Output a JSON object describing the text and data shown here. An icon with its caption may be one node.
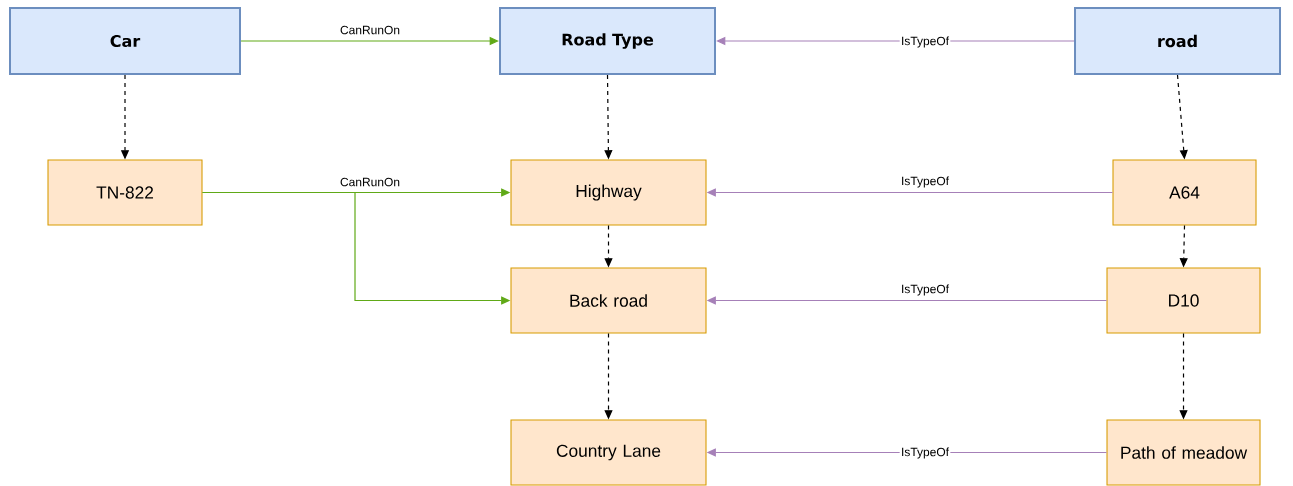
{
  "diagram": {
    "nodes": [
      {
        "text": [
          "Car"
        ]
      },
      {
        "text": [
          "Road Type"
        ]
      },
      {
        "text": [
          "road"
        ]
      },
      {
        "text": [
          "TN-822"
        ]
      },
      {
        "text": [
          "Highway"
        ]
      },
      {
        "text": [
          "Back road"
        ]
      },
      {
        "text": [
          "Country Lane"
        ]
      },
      {
        "text": [
          "A64"
        ]
      },
      {
        "text": [
          "D10"
        ]
      },
      {
        "text": [
          "Path of meadow"
        ]
      }
    ],
    "edges": [
      {
        "from": 0,
        "to": 1,
        "arrow": "to",
        "label": "CanRunOn",
        "color": "#60a917"
      },
      {
        "from": 2,
        "to": 1,
        "arrow": "to",
        "label": "IsTypeOf",
        "color": "#a680b8"
      },
      {
        "from": 0,
        "to": 3,
        "arrow": "to",
        "style": "dashed"
      },
      {
        "from": 1,
        "to": 4,
        "arrow": "to",
        "style": "dashed"
      },
      {
        "from": 2,
        "to": 7,
        "arrow": "to",
        "style": "dashed"
      },
      {
        "from": 3,
        "to": 4,
        "arrow": "to",
        "label": "CanRunOn",
        "color": "#60a917"
      },
      {
        "from": 3,
        "to": 5,
        "arrow": "to",
        "color": "#60a917"
      },
      {
        "from": 7,
        "to": 4,
        "arrow": "to",
        "label": "IsTypeOf",
        "color": "#a680b8"
      },
      {
        "from": 4,
        "to": 5,
        "arrow": "to",
        "style": "dashed"
      },
      {
        "from": 8,
        "to": 5,
        "arrow": "to",
        "label": "IsTypeOf",
        "color": "#a680b8"
      },
      {
        "from": 7,
        "to": 8,
        "arrow": "to",
        "style": "dashed"
      },
      {
        "from": 5,
        "to": 6,
        "arrow": "to",
        "style": "dashed"
      },
      {
        "from": 8,
        "to": 9,
        "arrow": "to",
        "style": "dashed"
      },
      {
        "from": 9,
        "to": 6,
        "arrow": "to",
        "label": "IsTypeOf",
        "color": "#a680b8"
      }
    ]
  }
}
